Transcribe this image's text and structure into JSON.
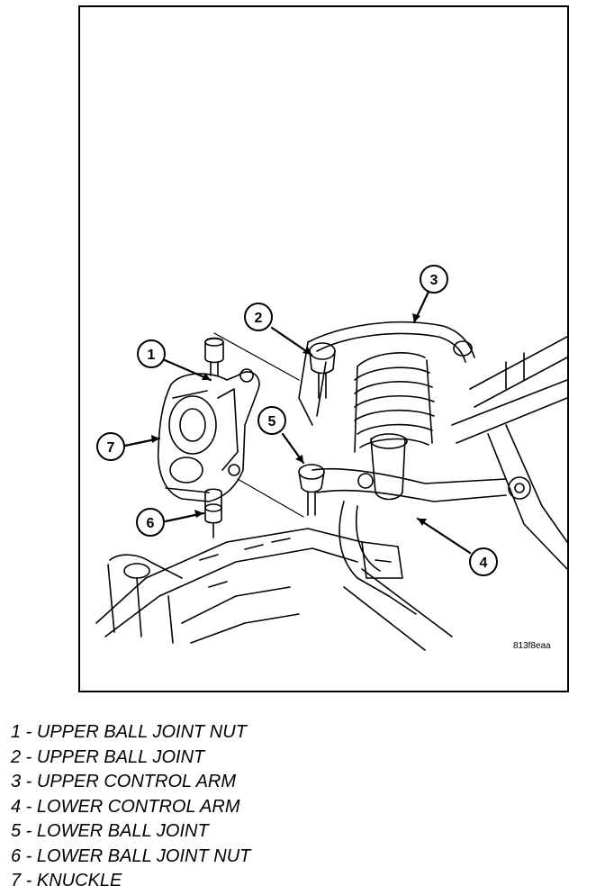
{
  "figure": {
    "code": "813f8eaa",
    "callouts": [
      {
        "id": "1"
      },
      {
        "id": "2"
      },
      {
        "id": "3"
      },
      {
        "id": "4"
      },
      {
        "id": "5"
      },
      {
        "id": "6"
      },
      {
        "id": "7"
      }
    ]
  },
  "legend": [
    {
      "text": "1 - UPPER BALL JOINT NUT"
    },
    {
      "text": "2 - UPPER BALL JOINT"
    },
    {
      "text": "3 - UPPER CONTROL ARM"
    },
    {
      "text": "4 - LOWER CONTROL ARM"
    },
    {
      "text": "5 - LOWER BALL JOINT"
    },
    {
      "text": "6 - LOWER BALL JOINT NUT"
    },
    {
      "text": "7 - KNUCKLE"
    }
  ]
}
